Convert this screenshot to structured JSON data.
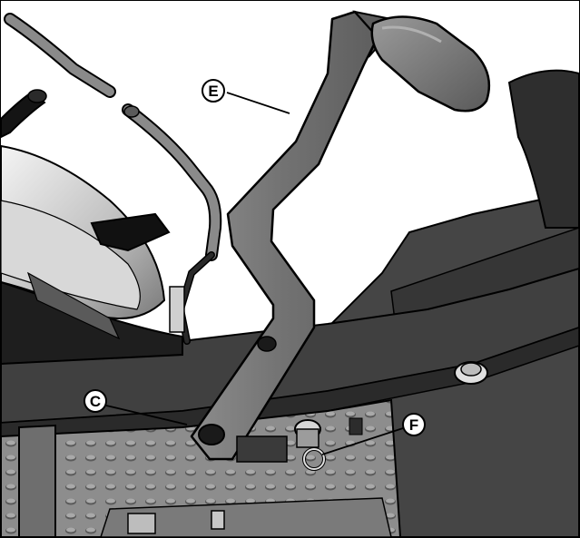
{
  "figure": {
    "callouts": {
      "e": "E",
      "c": "C",
      "f": "F"
    },
    "colors": {
      "line": "#000000",
      "lever": "#707070",
      "frame": "#3a3a3a",
      "deck": "#8a8a8a",
      "background": "#ffffff"
    }
  }
}
